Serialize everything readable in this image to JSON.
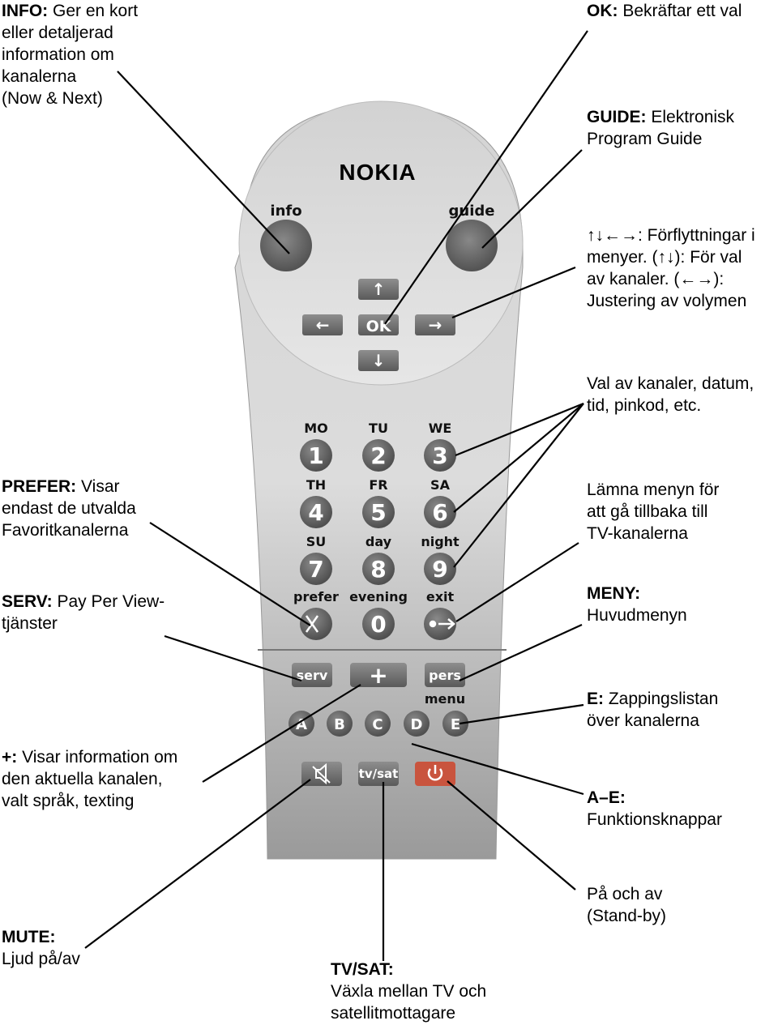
{
  "callouts": {
    "info": {
      "title": "INFO:",
      "lines": [
        "Ger en kort",
        "eller detaljerad",
        "information om",
        "kanalerna",
        "(Now & Next)"
      ]
    },
    "ok": {
      "title": "OK:",
      "text": "Bekräftar ett val"
    },
    "guide": {
      "title": "GUIDE:",
      "lines": [
        "Elektronisk",
        "Program Guide"
      ]
    },
    "arrows": {
      "lines": [
        "↑↓←→: Förflyttningar i",
        "menyer. (↑↓): För val",
        "av kanaler. (←→):",
        "Justering av volymen"
      ]
    },
    "numbers": {
      "lines": [
        "Val av kanaler, datum,",
        "tid, pinkod, etc."
      ]
    },
    "prefer": {
      "title": "PREFER:",
      "lines": [
        "Visar",
        "endast de utvalda",
        "Favoritkanalerna"
      ]
    },
    "exit": {
      "lines": [
        "Lämna menyn för",
        "att gå tillbaka till",
        "TV-kanalerna"
      ]
    },
    "serv": {
      "title": "SERV:",
      "lines": [
        "Pay Per View-",
        "tjänster"
      ]
    },
    "meny": {
      "title": "MENY:",
      "lines": [
        "Huvudmenyn"
      ]
    },
    "e": {
      "title": "E:",
      "lines": [
        "Zappingslistan",
        "över kanalerna"
      ]
    },
    "plus": {
      "title": "+:",
      "lines": [
        "Visar information om",
        "den aktuella kanalen,",
        "valt språk, texting"
      ]
    },
    "ae": {
      "title": "A–E:",
      "lines": [
        "Funktionsknappar"
      ]
    },
    "power": {
      "lines": [
        "På och av",
        "(Stand-by)"
      ]
    },
    "mute": {
      "title": "MUTE:",
      "lines": [
        "Ljud på/av"
      ]
    },
    "tvsat": {
      "title": "TV/SAT:",
      "lines": [
        "Växla mellan TV och",
        "satellitmottagare"
      ]
    }
  },
  "remote": {
    "brand": "NOKIA",
    "info_label": "info",
    "guide_label": "guide",
    "ok_label": "OK",
    "up_arrow": "↑",
    "down_arrow": "↓",
    "left_arrow": "←",
    "right_arrow": "→",
    "keys": [
      {
        "digit": "1",
        "label": "MO"
      },
      {
        "digit": "2",
        "label": "TU"
      },
      {
        "digit": "3",
        "label": "WE"
      },
      {
        "digit": "4",
        "label": "TH"
      },
      {
        "digit": "5",
        "label": "FR"
      },
      {
        "digit": "6",
        "label": "SA"
      },
      {
        "digit": "7",
        "label": "SU"
      },
      {
        "digit": "8",
        "label": "day"
      },
      {
        "digit": "9",
        "label": "night"
      },
      {
        "digit": "",
        "label": "prefer"
      },
      {
        "digit": "0",
        "label": "evening"
      },
      {
        "digit": "",
        "label": "exit"
      }
    ],
    "serv_label": "serv",
    "plus_label": "+",
    "pers_label": "pers",
    "menu_label": "menu",
    "abcde": [
      "A",
      "B",
      "C",
      "D",
      "E"
    ],
    "tvsat_label": "tv/sat",
    "power_color": "#c9543e"
  }
}
